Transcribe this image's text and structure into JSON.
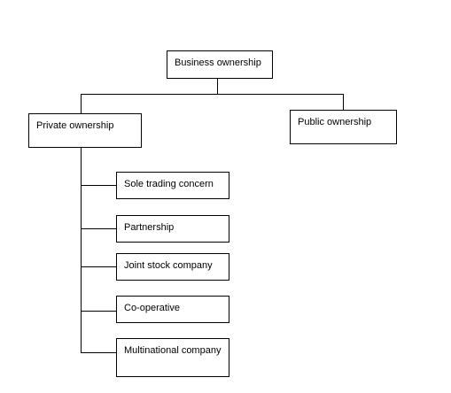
{
  "diagram": {
    "root": {
      "label": "Business ownership"
    },
    "branches": [
      {
        "label": "Private ownership",
        "children": [
          "Sole trading concern",
          "Partnership",
          "Joint stock company",
          "Co-operative",
          "Multinational company"
        ]
      },
      {
        "label": "Public ownership"
      }
    ],
    "colors": {
      "line": "#000000",
      "box_border": "#000000",
      "background": "#ffffff"
    }
  }
}
